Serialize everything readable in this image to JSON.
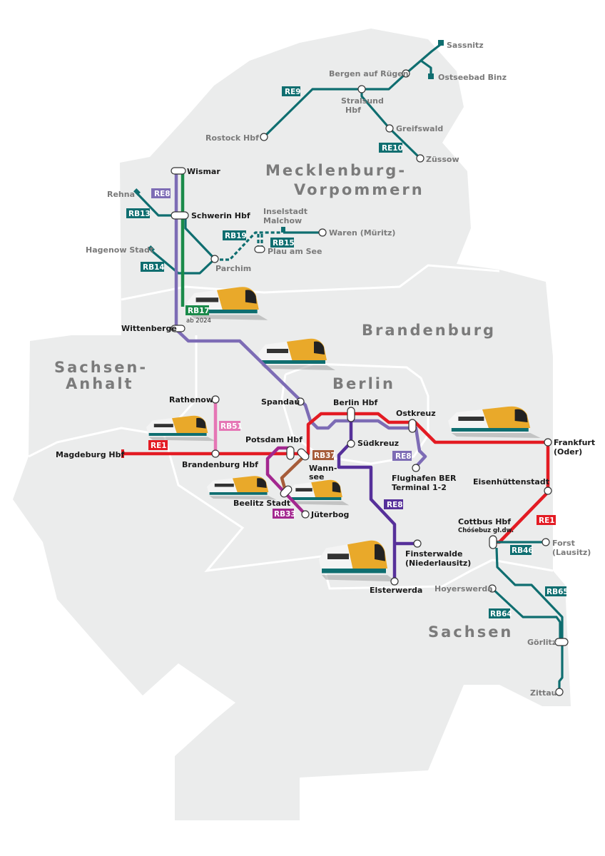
{
  "regions": {
    "mv1": "Mecklenburg-",
    "mv2": "Vorpommern",
    "bb": "Brandenburg",
    "sa1": "Sachsen-",
    "sa2": "Anhalt",
    "be": "Berlin",
    "sn": "Sachsen"
  },
  "stations": {
    "sassnitz": "Sassnitz",
    "bergen": "Bergen auf Rügen",
    "binz": "Ostseebad Binz",
    "stralsund1": "Stralsund",
    "stralsund2": "Hbf",
    "rostock": "Rostock Hbf",
    "greifswald": "Greifswald",
    "zuessow": "Züssow",
    "wismar": "Wismar",
    "rehna": "Rehna",
    "schwerin": "Schwerin Hbf",
    "malchow1": "Inselstadt",
    "malchow2": "Malchow",
    "waren": "Waren (Müritz)",
    "plau": "Plau am See",
    "hagenow": "Hagenow Stadt",
    "parchim": "Parchim",
    "wittenberge": "Wittenberge",
    "rathenow": "Rathenow",
    "spandau": "Spandau",
    "berlinhbf": "Berlin Hbf",
    "ostkreuz": "Ostkreuz",
    "suedkreuz": "Südkreuz",
    "magdeburg": "Magdeburg Hbf",
    "potsdam": "Potsdam Hbf",
    "wannsee1": "Wann-",
    "wannsee2": "see",
    "brandenburg": "Brandenburg Hbf",
    "ber1": "Flughafen BER",
    "ber2": "Terminal 1-2",
    "frankfurt1": "Frankfurt",
    "frankfurt2": "(Oder)",
    "eisenhuettenstadt": "Eisenhüttenstadt",
    "beelitz": "Beelitz Stadt",
    "jueterbog": "Jüterbog",
    "cottbus": "Cottbus Hbf",
    "cottbus_sorb": "Chóśebuz gł.dw.",
    "forst1": "Forst",
    "forst2": "(Lausitz)",
    "finsterwalde1": "Finsterwalde",
    "finsterwalde2": "(Niederlausitz)",
    "elsterwerda": "Elsterwerda",
    "hoyerswerda": "Hoyerswerda",
    "goerlitz": "Görlitz",
    "zittau": "Zittau"
  },
  "lines": {
    "re9": "RE9",
    "re10": "RE10",
    "re8a": "RE8",
    "rb13": "RB13",
    "rb19": "RB19",
    "rb15": "RB15",
    "rb14": "RB14",
    "rb17": "RB17",
    "rb17_note": "ab 2024",
    "rb51": "RB51",
    "re1a": "RE1",
    "rb37": "RB37",
    "re8b": "RE8",
    "re8c": "RE8",
    "rb33": "RB33",
    "re1b": "RE1",
    "rb46": "RB46",
    "rb65": "RB65",
    "rb64": "RB64"
  },
  "colors": {
    "teal": "#0f6e70",
    "red": "#e31b23",
    "lavender": "#7d6cb5",
    "purple": "#56309a",
    "green": "#1a8a4a",
    "pink": "#e576b5",
    "magenta": "#a3278f",
    "brown": "#a65c3a",
    "land": "#ebecec"
  }
}
